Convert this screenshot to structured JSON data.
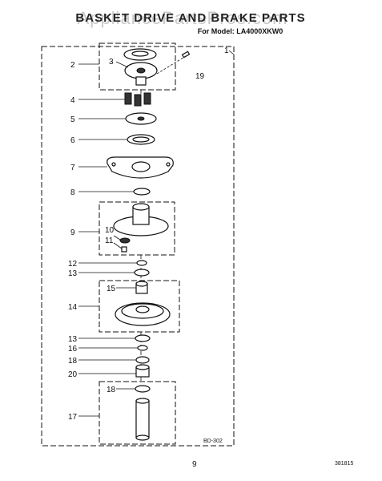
{
  "header": {
    "title": "BASKET DRIVE AND BRAKE PARTS",
    "model_line": "For Model: LA4000XKW0",
    "watermark": "AppliancePartsPros.com"
  },
  "callouts": [
    "1",
    "2",
    "3",
    "19",
    "4",
    "5",
    "6",
    "7",
    "8",
    "9",
    "10",
    "11",
    "12",
    "13",
    "15",
    "14",
    "13",
    "16",
    "18",
    "20",
    "18",
    "17"
  ],
  "footer": {
    "drawing_code": "BD-302",
    "page_number": "9",
    "doc_number": "381815"
  }
}
